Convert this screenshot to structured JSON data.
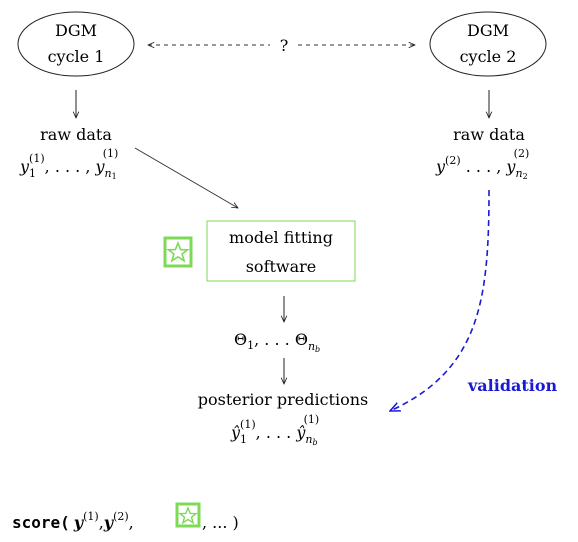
{
  "nodes": {
    "dgm1": {
      "line1": "DGM",
      "line2": "cycle 1"
    },
    "dgm2": {
      "line1": "DGM",
      "line2": "cycle 2"
    },
    "question": "?",
    "raw1": {
      "label": "raw data",
      "seq_y": "y",
      "sub1": "1",
      "sup": "(1)",
      "ellipsis": ", . . . , ",
      "subn": "n",
      "subn_index": "1"
    },
    "raw2": {
      "label": "raw data",
      "seq_y": "y",
      "sup": "(2)",
      "ellipsis": " . . . , ",
      "subn": "n",
      "subn_index": "2"
    },
    "fitting": {
      "line1": "model fitting",
      "line2": "software"
    },
    "theta": {
      "sym": "Θ",
      "sub1": "1",
      "ellipsis": ", . . . ",
      "subn": "n",
      "subn_index": "b"
    },
    "posterior": {
      "label": "posterior predictions",
      "seq_y": "ŷ",
      "sub1": "1",
      "sup": "(1)",
      "ellipsis": ", . . . ",
      "subn": "n",
      "subn_index": "b"
    },
    "validation": "validation"
  },
  "score": {
    "fn": "score(",
    "y": "y",
    "sup1": "(1)",
    "comma": ",",
    "sup2": "(2)",
    "comma2": ",",
    "tail": ", ... )"
  },
  "colors": {
    "star": "#7ed957",
    "validation": "#1a1ad6",
    "box_border": "#7ed957",
    "edge": "#333333"
  },
  "icons": {
    "star": "star-icon"
  }
}
